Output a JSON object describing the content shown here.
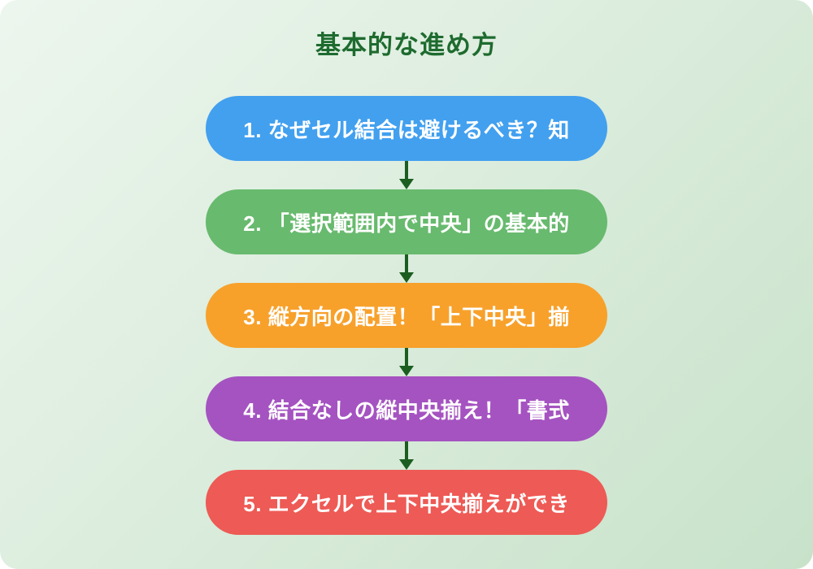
{
  "title": "基本的な進め方",
  "colors": {
    "background_start": "#edf6ee",
    "background_end": "#c8e2ca",
    "title": "#1e6b2f",
    "arrow": "#1b5e20",
    "step_text": "#ffffff"
  },
  "flow": {
    "steps": [
      {
        "label": "1. なぜセル結合は避けるべき？知",
        "color": "#42a0ef"
      },
      {
        "label": "2. 「選択範囲内で中央」の基本的",
        "color": "#68ba6e"
      },
      {
        "label": "3. 縦方向の配置！「上下中央」揃",
        "color": "#f7a12b"
      },
      {
        "label": "4. 結合なしの縦中央揃え！「書式",
        "color": "#a553c1"
      },
      {
        "label": "5. エクセルで上下中央揃えができ",
        "color": "#ee5a55"
      }
    ]
  }
}
